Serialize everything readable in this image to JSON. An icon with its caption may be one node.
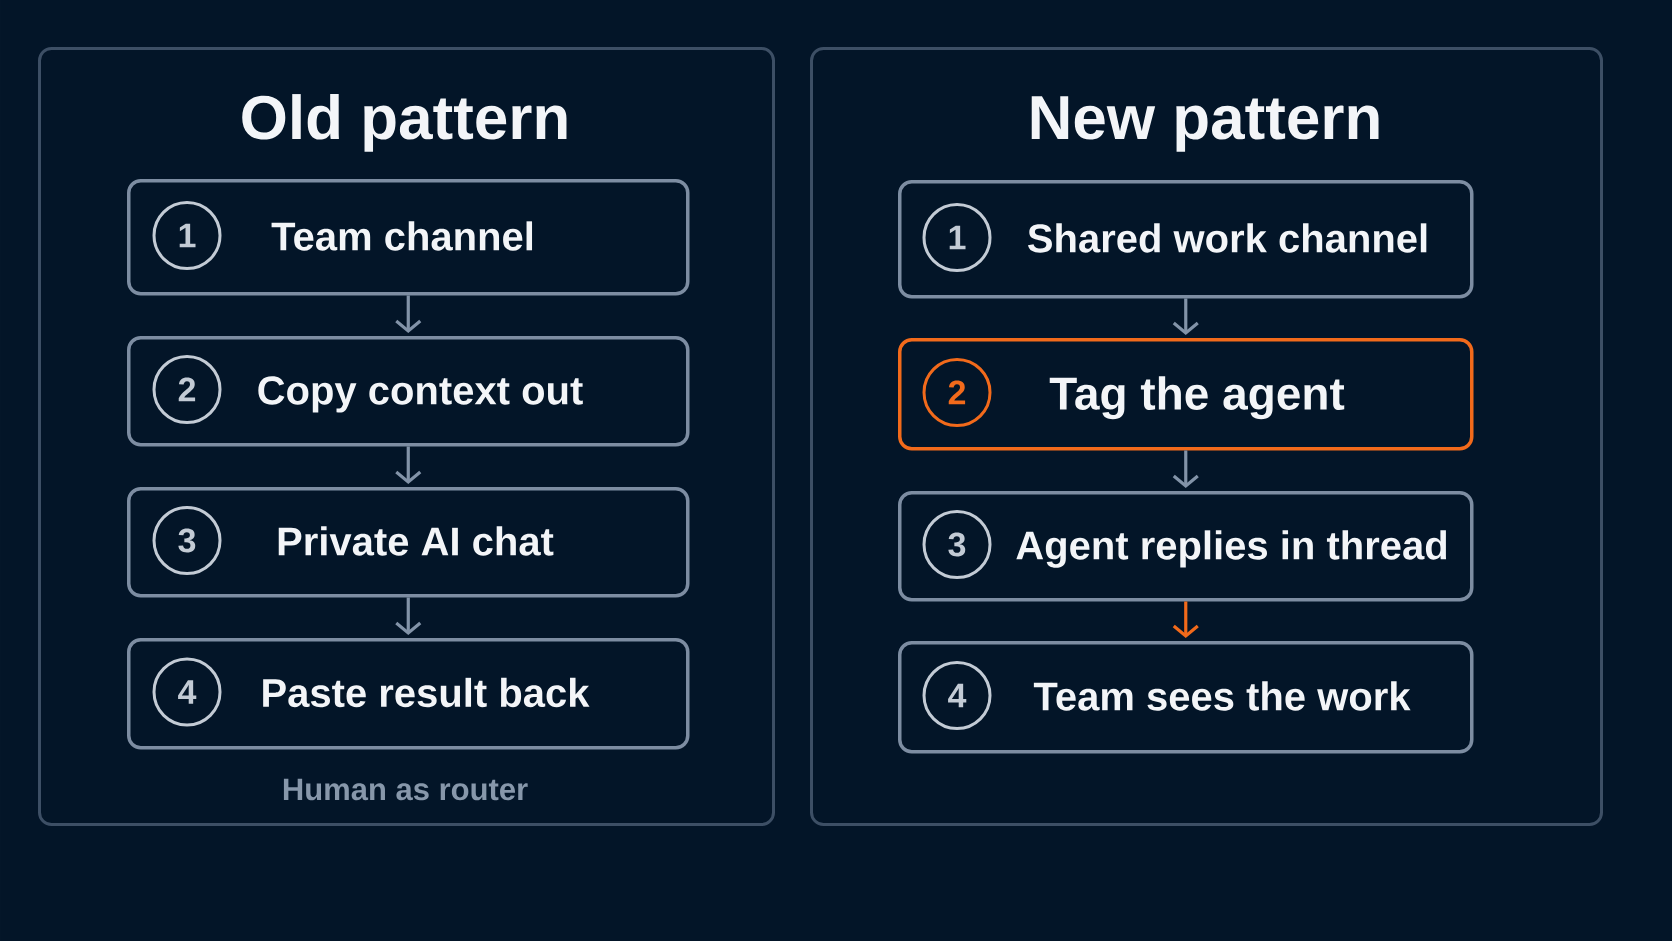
{
  "diagram": {
    "nodes": [
      {
        "text": [
          "Old pattern",
          "Human as router"
        ]
      },
      {
        "text": [
          "Team channel"
        ],
        "in": 0
      },
      {
        "text": [
          "1"
        ],
        "in": 1
      },
      {
        "text": [
          "Copy context out"
        ],
        "in": 0
      },
      {
        "text": [
          "2"
        ],
        "in": 3
      },
      {
        "text": [
          "Private AI chat"
        ],
        "in": 0
      },
      {
        "text": [
          "3"
        ],
        "in": 5
      },
      {
        "text": [
          "Paste result back"
        ],
        "in": 0
      },
      {
        "text": [
          "4"
        ],
        "in": 7
      },
      {
        "text": [
          "New pattern"
        ]
      },
      {
        "text": [
          "Shared work channel"
        ],
        "in": 9
      },
      {
        "text": [
          "1"
        ],
        "in": 10
      },
      {
        "text": [
          "Tag the agent"
        ],
        "in": 9
      },
      {
        "text": [
          "2"
        ],
        "in": 12
      },
      {
        "text": [
          "Agent replies in thread"
        ],
        "in": 9
      },
      {
        "text": [
          "3"
        ],
        "in": 14
      },
      {
        "text": [
          "Team sees the work"
        ],
        "in": 9
      },
      {
        "text": [
          "4"
        ],
        "in": 16
      }
    ],
    "edges": [
      {
        "from": 1,
        "to": 3,
        "arrow": "to"
      },
      {
        "from": 3,
        "to": 5,
        "arrow": "to"
      },
      {
        "from": 5,
        "to": 7,
        "arrow": "to"
      },
      {
        "from": 10,
        "to": 12,
        "arrow": "to"
      },
      {
        "from": 12,
        "to": 14,
        "arrow": "to"
      },
      {
        "from": 14,
        "to": 16,
        "arrow": "to",
        "color": "#f26a1b"
      }
    ]
  }
}
